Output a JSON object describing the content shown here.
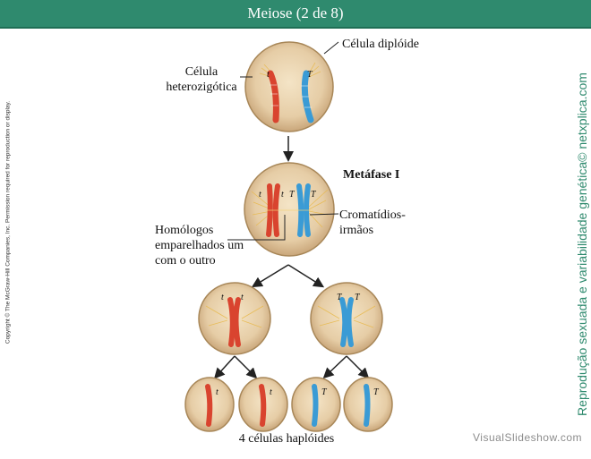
{
  "header": {
    "title": "Meiose (2 de 8)"
  },
  "labels": {
    "diploid_cell": "Célula diplóide",
    "heterozygous_cell_line1": "Célula",
    "heterozygous_cell_line2": "heterozigótica",
    "metaphase": "Metáfase I",
    "sister_chromatids_line1": "Cromatídios-",
    "sister_chromatids_line2": "irmãos",
    "homologs_line1": "Homólogos",
    "homologs_line2": "emparelhados  um",
    "homologs_line3": "com o outro",
    "haploid_cells": "4 células haplóides"
  },
  "alleles": {
    "recessive": "t",
    "dominant": "T"
  },
  "sidebar": {
    "copyright": "Copyright © The McGraw-Hill Companies, Inc. Permission required for reproduction or display.",
    "side_title": "Reprodução sexuada e variabilidade genética© netxplica.com"
  },
  "watermark": "VisualSlideshow.com",
  "colors": {
    "header_bg": "#2f8a6e",
    "red_chromosome": "#d9442f",
    "blue_chromosome": "#3a9bd5",
    "cell_fill": "#e6cda6",
    "spindle": "#e8b84a"
  }
}
